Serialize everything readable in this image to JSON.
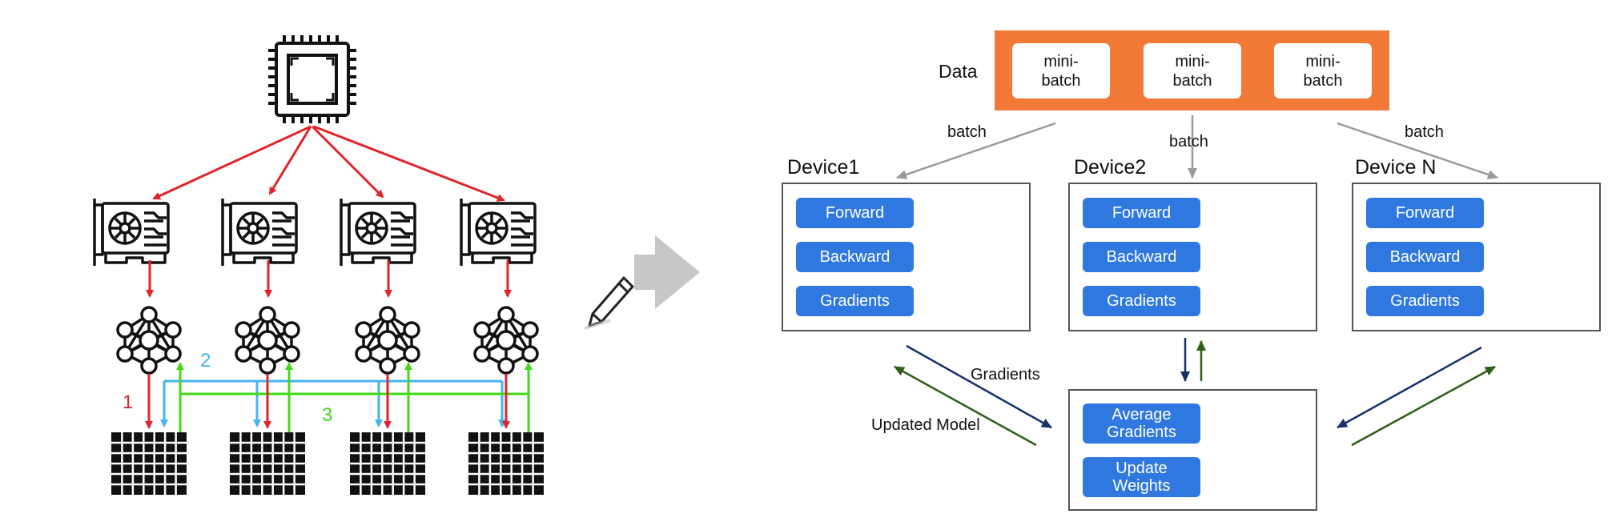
{
  "left_panel": {
    "labels": {
      "step1": "1",
      "step2": "2",
      "step3": "3"
    },
    "colors": {
      "red": "#e0242a",
      "blue": "#46b4f0",
      "green": "#43d81b"
    },
    "icons": [
      "cpu-icon",
      "gpu-card-icon",
      "neural-network-icon",
      "grid-icon",
      "pencil-icon",
      "right-arrow-icon"
    ]
  },
  "right_panel": {
    "data_label": "Data",
    "minibatches": [
      "mini-\nbatch",
      "mini-\nbatch",
      "mini-\nbatch"
    ],
    "batch_labels": [
      "batch",
      "batch",
      "batch"
    ],
    "devices": [
      {
        "title": "Device1",
        "buttons": [
          "Forward",
          "Backward",
          "Gradients"
        ]
      },
      {
        "title": "Device2",
        "buttons": [
          "Forward",
          "Backward",
          "Gradients"
        ]
      },
      {
        "title": "Device N",
        "buttons": [
          "Forward",
          "Backward",
          "Gradients"
        ]
      }
    ],
    "server": {
      "buttons": [
        "Average\nGradients",
        "Update\nWeights"
      ]
    },
    "arrow_labels": {
      "gradients": "Gradients",
      "updated_model": "Updated Model"
    },
    "colors": {
      "orange": "#f27a36",
      "button_blue": "#2f78e0",
      "navy": "#15306b",
      "dark_green": "#2e5d14",
      "gray": "#9a9a9a"
    }
  }
}
